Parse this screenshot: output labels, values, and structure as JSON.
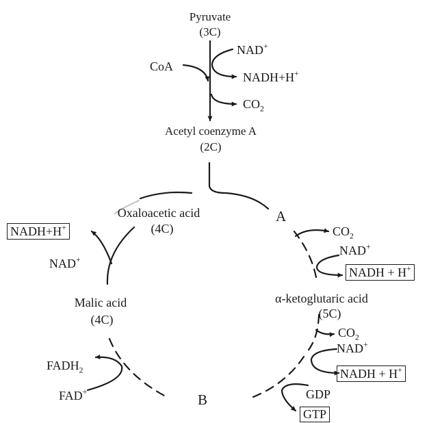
{
  "pyruvate": {
    "name": "Pyruvate",
    "carbons": "(3C)"
  },
  "coa": "CoA",
  "nad_top": {
    "text": "NAD",
    "sup": "+"
  },
  "nadh_top": {
    "text": "NADH+H",
    "sup": "+"
  },
  "co2_top": {
    "text": "CO",
    "sub": "2"
  },
  "acetyl": {
    "name": "Acetyl coenzyme A",
    "carbons": "(2C)"
  },
  "oxaloacetic": {
    "name": "Oxaloacetic acid",
    "carbons": "(4C)"
  },
  "label_a": "A",
  "label_b": "B",
  "co2_a": {
    "text": "CO",
    "sub": "2"
  },
  "nad_a": {
    "text": "NAD",
    "sup": "+"
  },
  "nadh_a": {
    "text": "NADH + H",
    "sup": "+"
  },
  "ketoglutaric": {
    "name": "α-ketoglutaric acid",
    "carbons": "(5C)"
  },
  "co2_k": {
    "text": "CO",
    "sub": "2"
  },
  "nad_k": {
    "text": "NAD",
    "sup": "+"
  },
  "nadh_k": {
    "text": "NADH + H",
    "sup": "+"
  },
  "gdp": "GDP",
  "gtp": "GTP",
  "nadh_left": {
    "text": "NADH+H",
    "sup": "+"
  },
  "nad_left": {
    "text": "NAD",
    "sup": "+"
  },
  "malic": {
    "name": "Malic acid",
    "carbons": "(4C)"
  },
  "fadh2": {
    "text": "FADH",
    "sub": "2"
  },
  "fad": {
    "text": "FAD",
    "sup": "+"
  },
  "colors": {
    "ink": "#1a1a1a",
    "background": "#ffffff"
  }
}
